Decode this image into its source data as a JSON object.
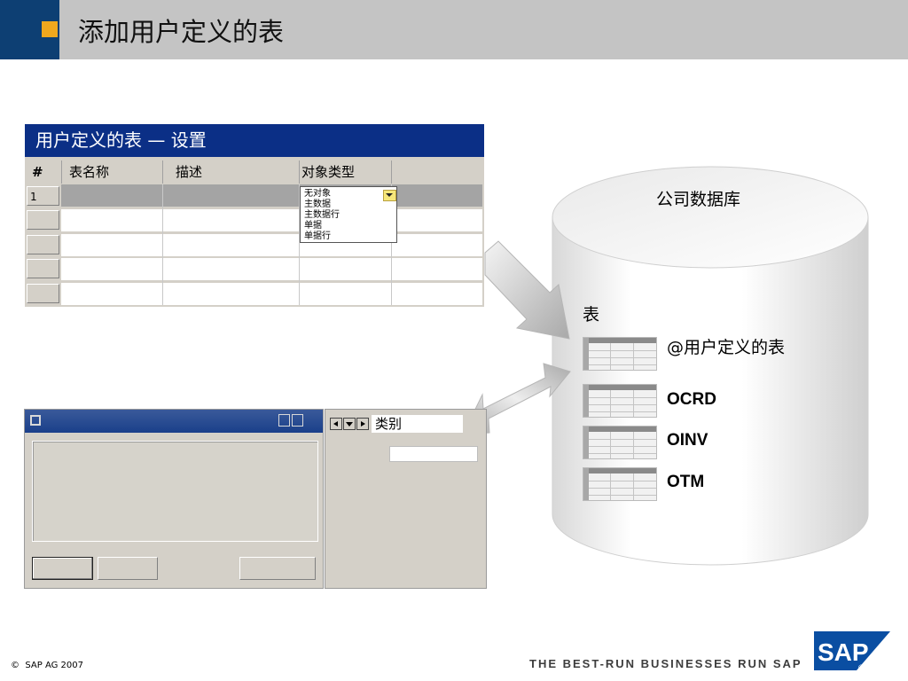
{
  "header": {
    "title": "添加用户定义的表",
    "accent_color": "#f0a81e",
    "bar_color": "#c4c4c4",
    "left_block_color": "#0d3f73"
  },
  "table_window": {
    "title": "用户定义的表 — 设置",
    "title_bg": "#0b2f86",
    "columns": [
      "#",
      "表名称",
      "描述",
      "对象类型"
    ],
    "rows": [
      {
        "num": "1"
      },
      {
        "num": ""
      },
      {
        "num": ""
      },
      {
        "num": ""
      },
      {
        "num": ""
      }
    ],
    "object_type_options": [
      "无对象",
      "主数据",
      "主数据行",
      "单据",
      "单据行"
    ]
  },
  "database": {
    "label": "公司数据库",
    "tables_label": "表",
    "tables": [
      {
        "name": "@用户定义的表",
        "bold": false
      },
      {
        "name": "OCRD",
        "bold": true
      },
      {
        "name": "OINV",
        "bold": true
      },
      {
        "name": "OTM",
        "bold": true
      }
    ]
  },
  "side_panel": {
    "category_label": "类别"
  },
  "footer": {
    "copyright_symbol": "©",
    "copyright": "SAP AG 2007",
    "tagline": "THE BEST-RUN BUSINESSES RUN SAP",
    "logo_text": "SAP",
    "logo_mark": "®",
    "logo_color": "#0a4ea2"
  }
}
